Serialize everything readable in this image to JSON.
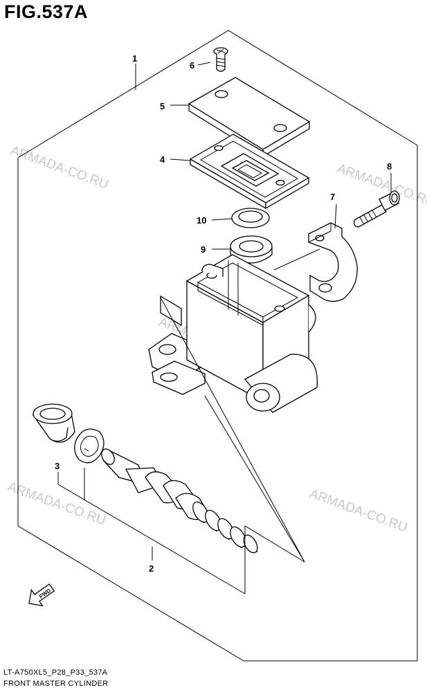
{
  "figure": {
    "title": "FIG.537A",
    "model_code": "LT-A750XL5_P28_P33_537A",
    "name": "FRONT MASTER CYLINDER"
  },
  "watermark": "ARMADA-CO.RU",
  "fwd_label": "FWD",
  "callouts": {
    "p1": "1",
    "p2": "2",
    "p3": "3",
    "p4": "4",
    "p5": "5",
    "p6": "6",
    "p7": "7",
    "p8": "8",
    "p9": "9",
    "p10": "10"
  }
}
